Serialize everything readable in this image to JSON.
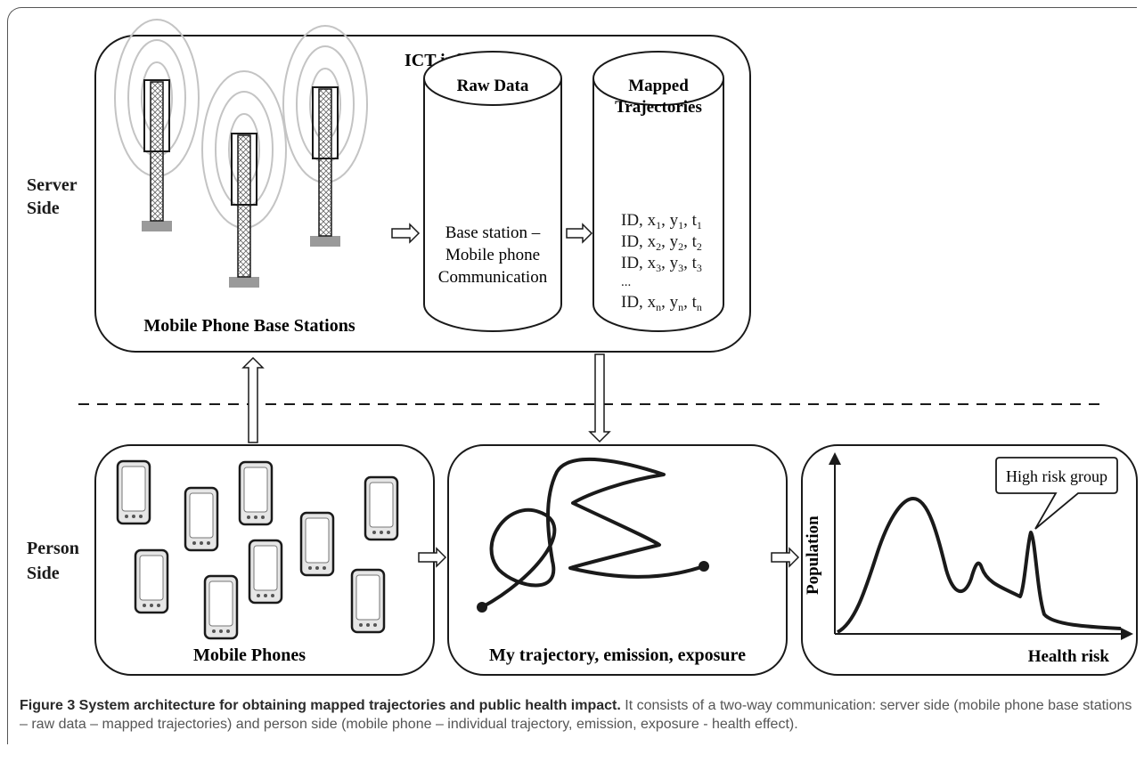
{
  "colors": {
    "accent": "#1a1a1a",
    "tower_gray": "#b5b5b5",
    "caption_gray": "#555555"
  },
  "labels": {
    "server_side": [
      "Server",
      "Side"
    ],
    "person_side": [
      "Person",
      "Side"
    ],
    "ict_title": "ICT infrastruture",
    "base_stations_label": "Mobile Phone Base Stations",
    "raw_data_title": "Raw Data",
    "raw_data_body": [
      "Base station –",
      "Mobile phone",
      "Communication"
    ],
    "mapped_title": [
      "Mapped",
      "Trajectories"
    ],
    "mobile_phones_label": "Mobile Phones",
    "trajectory_label": "My trajectory, emission, exposure",
    "callout": "High risk group",
    "y_axis": "Population",
    "x_axis": "Health risk"
  },
  "mapped_rows": [
    {
      "id": "ID,",
      "x": "x",
      "y": "y",
      "t": "t",
      "sub": "1"
    },
    {
      "id": "ID,",
      "x": "x",
      "y": "y",
      "t": "t",
      "sub": "2"
    },
    {
      "id": "ID,",
      "x": "x",
      "y": "y",
      "t": "t",
      "sub": "3"
    },
    {
      "id": "...",
      "x": "",
      "y": "",
      "t": "",
      "sub": ""
    },
    {
      "id": "ID,",
      "x": "x",
      "y": "y",
      "t": "t",
      "sub": "n"
    }
  ],
  "caption": {
    "title": "Figure 3 System architecture for obtaining mapped trajectories and public health impact.",
    "body": " It consists of a two-way communication: server side (mobile phone base stations – raw data – mapped trajectories) and person side (mobile phone – individual trajectory, emission, exposure - health effect)."
  }
}
